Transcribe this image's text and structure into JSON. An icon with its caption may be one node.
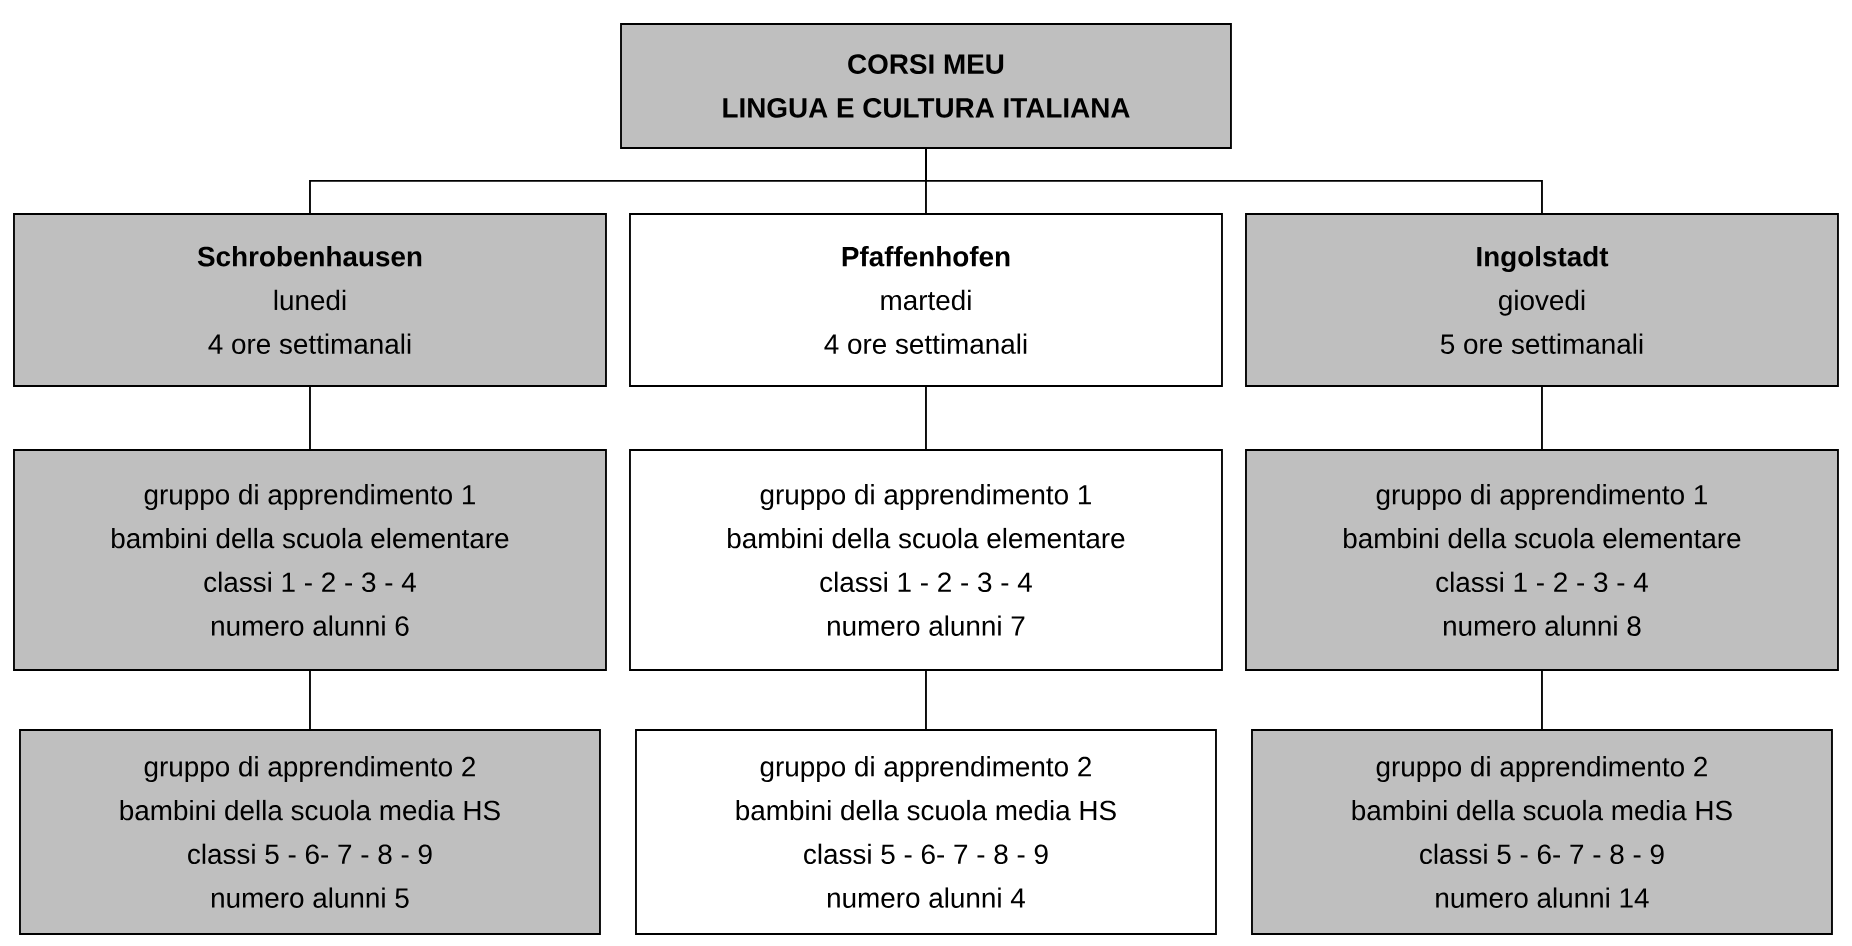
{
  "diagram": {
    "nodes": [
      {
        "text": [
          "CORSI MEU",
          "LINGUA E CULTURA ITALIANA"
        ]
      },
      {
        "text": [
          "Schrobenhausen",
          "lunedi",
          "4 ore settimanali"
        ]
      },
      {
        "text": [
          "Pfaffenhofen",
          "martedi",
          "4 ore settimanali"
        ]
      },
      {
        "text": [
          "Ingolstadt",
          "giovedi",
          "5 ore settimanali"
        ]
      },
      {
        "text": [
          "gruppo di apprendimento 1",
          "bambini della scuola elementare",
          "classi 1 - 2 - 3 - 4",
          "numero alunni 6"
        ]
      },
      {
        "text": [
          "gruppo di apprendimento 1",
          "bambini della scuola elementare",
          "classi 1 - 2 - 3 - 4",
          "numero alunni 7"
        ]
      },
      {
        "text": [
          "gruppo di apprendimento 1",
          "bambini della scuola elementare",
          "classi 1 - 2 - 3 - 4",
          "numero alunni 8"
        ]
      },
      {
        "text": [
          "gruppo di apprendimento 2",
          "bambini della scuola media HS",
          "classi 5 - 6- 7 - 8 - 9",
          "numero alunni 5"
        ]
      },
      {
        "text": [
          "gruppo di apprendimento 2",
          "bambini della scuola media HS",
          "classi 5 - 6- 7 - 8 - 9",
          "numero alunni 4"
        ]
      },
      {
        "text": [
          "gruppo di apprendimento 2",
          "bambini della scuola media HS",
          "classi 5 - 6- 7 - 8 - 9",
          "numero alunni 14"
        ]
      }
    ],
    "edges": [
      {
        "from": 0,
        "to": 1,
        "arrow": "none"
      },
      {
        "from": 0,
        "to": 2,
        "arrow": "none"
      },
      {
        "from": 0,
        "to": 3,
        "arrow": "none"
      },
      {
        "from": 1,
        "to": 4,
        "arrow": "none"
      },
      {
        "from": 2,
        "to": 5,
        "arrow": "none"
      },
      {
        "from": 3,
        "to": 6,
        "arrow": "none"
      },
      {
        "from": 4,
        "to": 7,
        "arrow": "none"
      },
      {
        "from": 5,
        "to": 8,
        "arrow": "none"
      },
      {
        "from": 6,
        "to": 9,
        "arrow": "none"
      }
    ]
  }
}
